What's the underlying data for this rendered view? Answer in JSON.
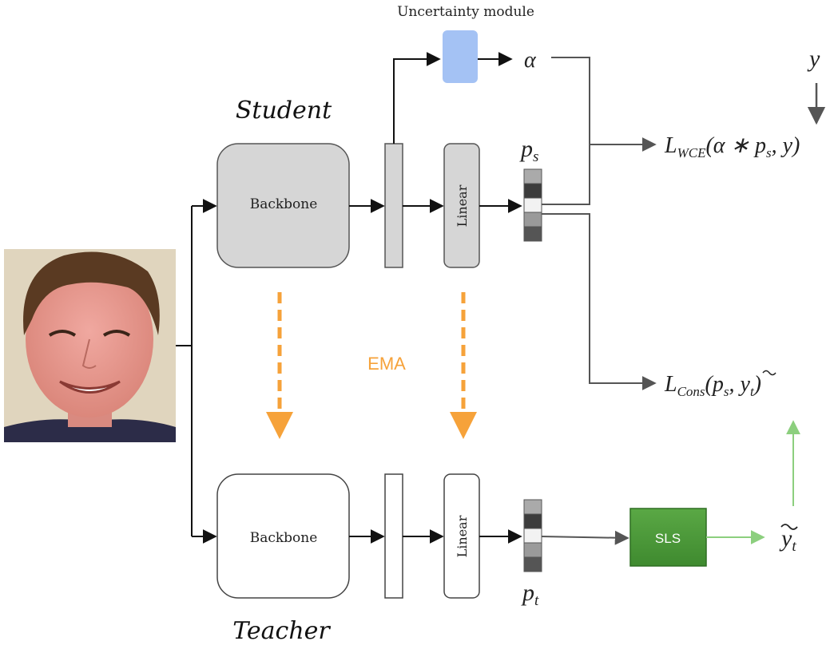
{
  "uncertainty_module": {
    "label": "Uncertainty module",
    "color": "#a4c2f4"
  },
  "student": {
    "title": "Student",
    "backbone_label": "Backbone",
    "linear_label": "Linear",
    "output_symbol": "p",
    "output_subscript": "s"
  },
  "teacher": {
    "title": "Teacher",
    "backbone_label": "Backbone",
    "linear_label": "Linear",
    "output_symbol": "p",
    "output_subscript": "t"
  },
  "ema": {
    "label": "EMA",
    "color": "#f6a23a"
  },
  "alpha_symbol": "α",
  "label_symbol": "y",
  "loss_wce": {
    "prefix": "L",
    "subscript": "WCE",
    "args": "(α ∗ p",
    "args_sub": "s",
    "args_end": ", y)"
  },
  "loss_cons": {
    "prefix": "L",
    "subscript": "Cons",
    "args": "(p",
    "args_sub": "s",
    "args_mid": ", ",
    "tilde_y": "y",
    "tilde_sub": "t",
    "args_end": ")"
  },
  "sls": {
    "label": "SLS",
    "color": "#4f9a3a"
  },
  "soft_label": {
    "symbol": "y",
    "subscript": "t"
  },
  "input_image": {
    "description_icon": "face-photo-icon"
  }
}
